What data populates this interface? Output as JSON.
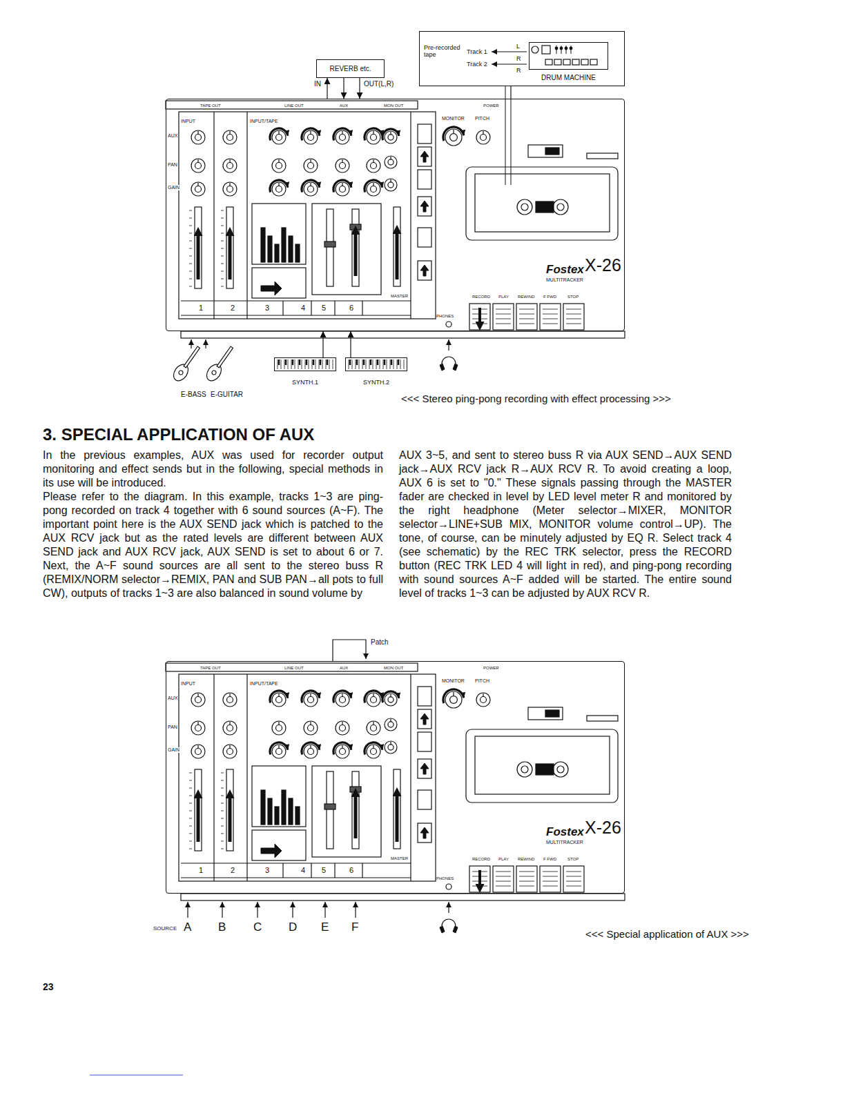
{
  "diagram": {
    "title": "3. SPECIAL APPLICATION OF AUX",
    "caption": "<<< Special application of AUX >>>",
    "nodes": [
      {
        "text": [
          "REVERB etc."
        ]
      },
      {
        "text": [
          "Pre-recorded tape",
          "Track 1",
          "Track 2"
        ]
      },
      {
        "text": [
          "DRUM MACHINE"
        ],
        "in": 1
      },
      {
        "text": [
          "Fostex",
          "X-26",
          "MULTITRACKER"
        ]
      },
      {
        "text": [
          "SYNTH.1"
        ]
      },
      {
        "text": [
          "SYNTH.2"
        ]
      },
      {
        "text": [
          "Fostex",
          "X-26",
          "MULTITRACKER"
        ]
      }
    ],
    "edges": [
      {
        "from": 3,
        "to": 0,
        "arrow": "to",
        "label": "IN"
      },
      {
        "from": 0,
        "to": 3,
        "arrow": "to",
        "label": "OUT(L,R)"
      },
      {
        "from": 0,
        "to": 3,
        "arrow": "to"
      },
      {
        "from": 1,
        "to": 3,
        "arrow": "none"
      },
      {
        "from": 4,
        "to": 3,
        "arrow": "to"
      },
      {
        "from": 5,
        "to": 3,
        "arrow": "to"
      }
    ],
    "labels": [
      "L",
      "R",
      "R",
      "TAPE OUT",
      "LINE OUT",
      "AUX",
      "MON OUT",
      "POWER",
      "INPUT",
      "INPUT/TAPE",
      "AUX",
      "PAN",
      "GAIN",
      "MONITOR",
      "PITCH",
      "MASTER",
      "PHONES",
      "RECORD",
      "PLAY",
      "REWIND",
      "F FWD",
      "STOP",
      "1",
      "2",
      "3",
      "4",
      "5",
      "6",
      "E-BASS",
      "E-GUITAR",
      "<<< Stereo ping-pong recording with effect processing >>>",
      "In the previous examples, AUX was used for recorder output monitoring and effect sends but in the following, special methods in its use will be introduced.",
      "Please refer to the diagram. In this example, tracks 1~3 are ping-pong recorded on track 4 together with 6 sound sources (A~F). The important point here is the AUX SEND jack which is patched to the AUX RCV jack but as the rated levels are different between AUX SEND jack and AUX RCV jack, AUX SEND is set to about 6 or 7. Next, the A~F sound sources are all sent to the stereo buss R (REMIX/NORM selector→REMIX, PAN and SUB PAN→all pots to full CW), outputs of tracks 1~3 are also balanced in sound volume by",
      "AUX 3~5, and sent to stereo buss R via AUX SEND→AUX SEND jack→AUX RCV jack R→AUX RCV R. To avoid creating a loop, AUX 6 is set to \"0.\" These signals passing through the MASTER fader are checked in level by LED level meter R and monitored by the right headphone (Meter selector→MIXER, MONITOR selector→LINE+SUB MIX, MONITOR volume control→UP). The tone, of course, can be minutely adjusted by EQ R. Select track 4 (see schematic) by the REC TRK selector, press the RECORD button (REC TRK LED 4 will light in red), and ping-pong recording with sound sources A~F added will be started. The entire sound level of tracks 1~3 can be adjusted by AUX RCV R.",
      "Patch",
      "TAPE OUT",
      "LINE OUT",
      "AUX",
      "MON OUT",
      "POWER",
      "INPUT",
      "INPUT/TAPE",
      "AUX",
      "PAN",
      "GAIN",
      "MONITOR",
      "PITCH",
      "MASTER",
      "PHONES",
      "RECORD",
      "PLAY",
      "REWIND",
      "F FWD",
      "STOP",
      "1",
      "2",
      "3",
      "4",
      "5",
      "6",
      "SOURCE",
      "A",
      "B",
      "C",
      "D",
      "E",
      "F",
      "23"
    ]
  }
}
